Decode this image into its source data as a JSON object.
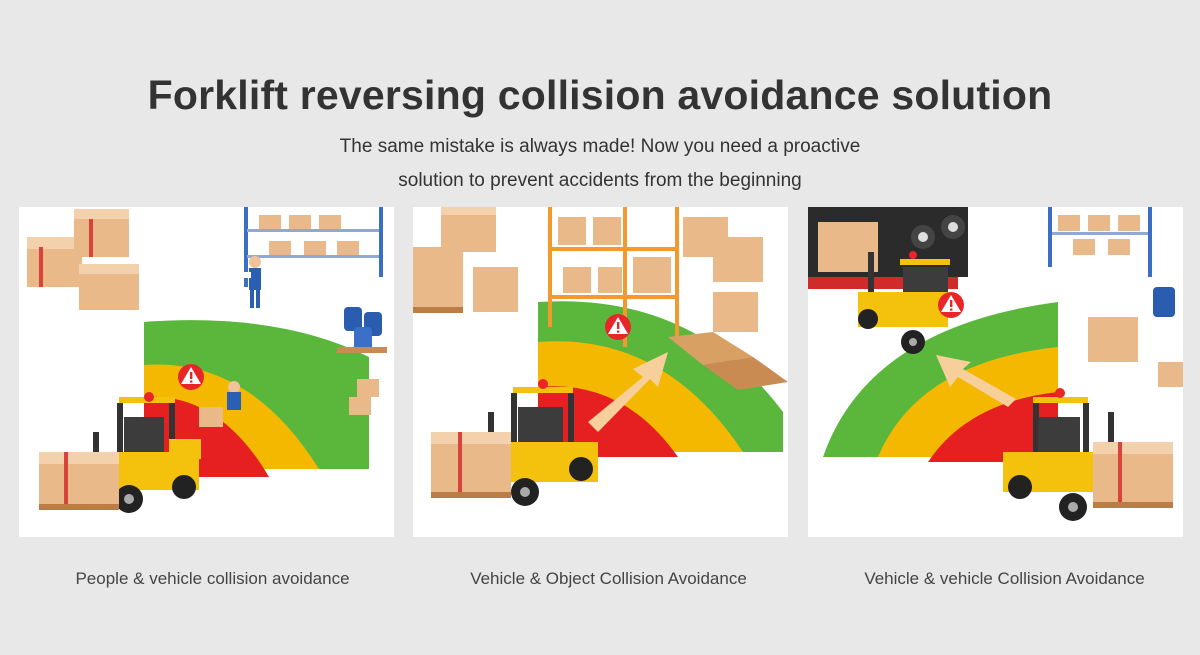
{
  "title": "Forklift reversing collision avoidance solution",
  "subtitle_line1": "The same mistake is always made! Now you need a proactive",
  "subtitle_line2": "solution to prevent accidents from the beginning",
  "colors": {
    "background": "#e8e8e8",
    "zone_green": "#5ab73c",
    "zone_yellow": "#f5b800",
    "zone_red": "#e62020",
    "forklift_yellow": "#f4c20d",
    "warning_red": "#e8262a",
    "arrow": "#f6cf9a",
    "box": "#e9b98a",
    "rack_orange": "#f29a2e"
  },
  "panels": [
    {
      "scene": "people-vehicle",
      "caption": "People & vehicle collision avoidance"
    },
    {
      "scene": "vehicle-object",
      "caption": "Vehicle & Object Collision Avoidance"
    },
    {
      "scene": "vehicle-vehicle",
      "caption": "Vehicle & vehicle Collision Avoidance"
    }
  ]
}
